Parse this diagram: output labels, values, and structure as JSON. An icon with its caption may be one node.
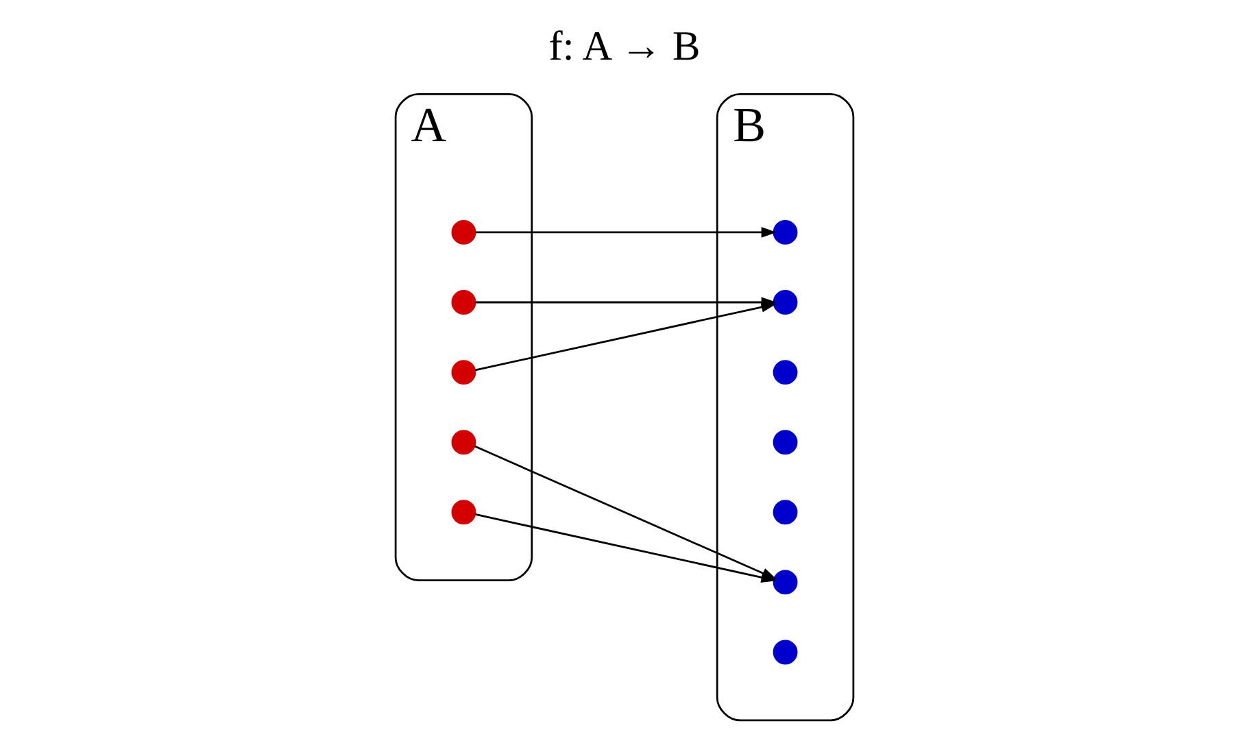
{
  "diagram": {
    "title": "f: A → B",
    "nodes": [
      {
        "text": [
          "A"
        ]
      },
      {
        "text": [],
        "shape": "circle",
        "in": 0
      },
      {
        "text": [],
        "shape": "circle",
        "in": 0
      },
      {
        "text": [],
        "shape": "circle",
        "in": 0
      },
      {
        "text": [],
        "shape": "circle",
        "in": 0
      },
      {
        "text": [],
        "shape": "circle",
        "in": 0
      },
      {
        "text": [
          "B"
        ]
      },
      {
        "text": [],
        "shape": "circle",
        "in": 6
      },
      {
        "text": [],
        "shape": "circle",
        "in": 6
      },
      {
        "text": [],
        "shape": "circle",
        "in": 6
      },
      {
        "text": [],
        "shape": "circle",
        "in": 6
      },
      {
        "text": [],
        "shape": "circle",
        "in": 6
      },
      {
        "text": [],
        "shape": "circle",
        "in": 6
      },
      {
        "text": [],
        "shape": "circle",
        "in": 6
      }
    ],
    "edges": [
      {
        "from": 1,
        "to": 7,
        "arrow": "to"
      },
      {
        "from": 2,
        "to": 8,
        "arrow": "to"
      },
      {
        "from": 3,
        "to": 8,
        "arrow": "to"
      },
      {
        "from": 4,
        "to": 12,
        "arrow": "to"
      },
      {
        "from": 5,
        "to": 12,
        "arrow": "to"
      }
    ]
  }
}
